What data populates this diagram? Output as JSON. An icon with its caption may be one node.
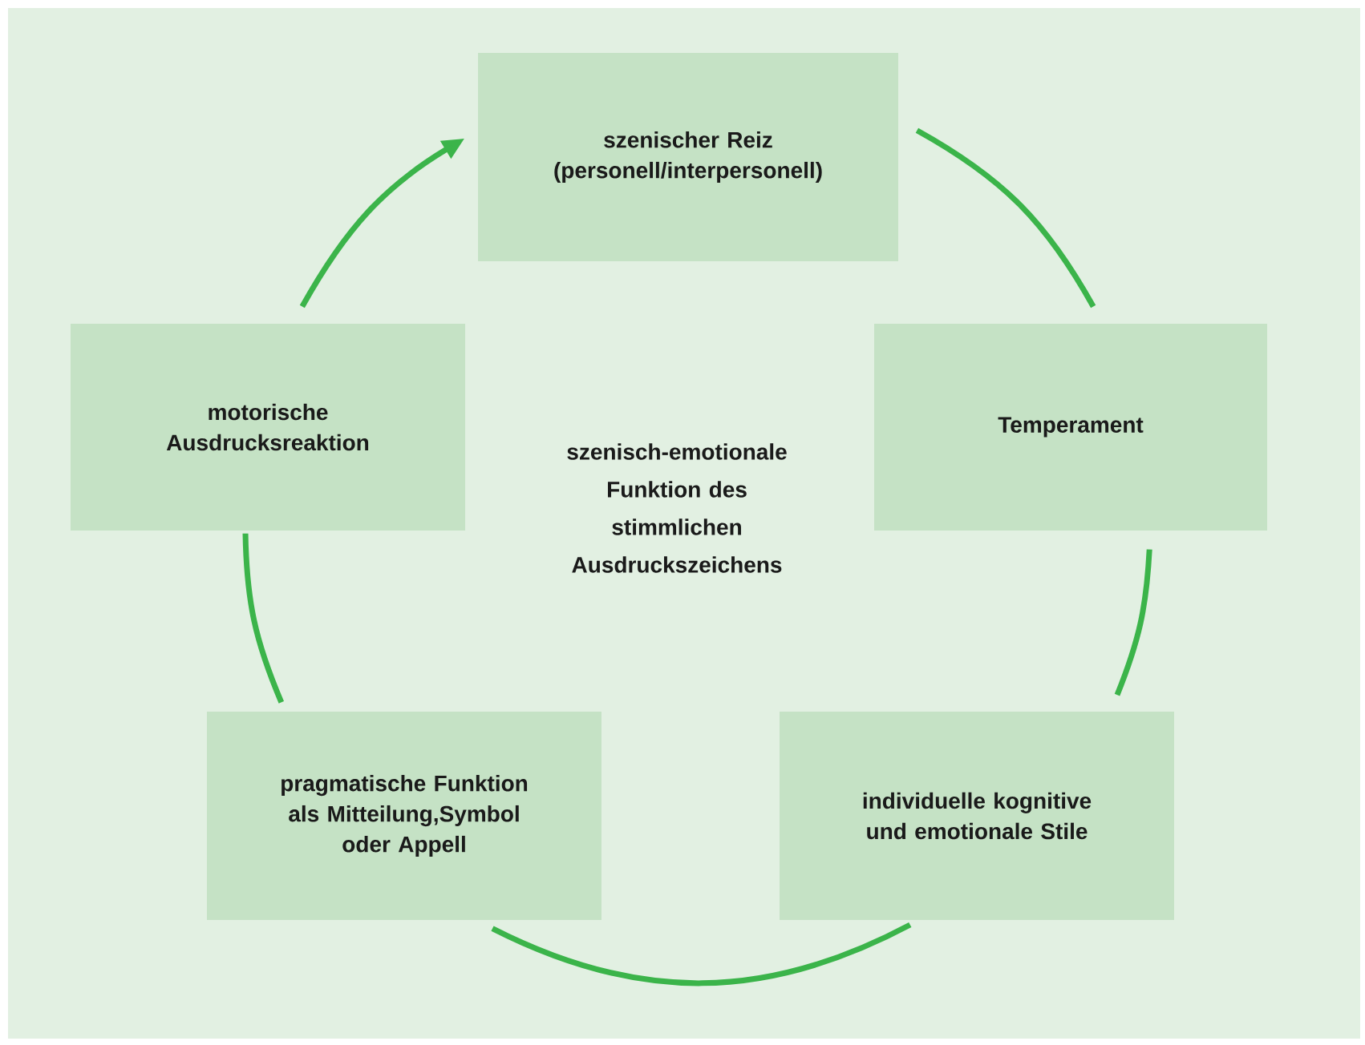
{
  "diagram": {
    "nodes": [
      {
        "text": [
          "szenischer Reiz (personell/interpersonell)"
        ]
      },
      {
        "text": [
          "Temperament"
        ]
      },
      {
        "text": [
          "individuelle kognitive und emotionale Stile"
        ]
      },
      {
        "text": [
          "pragmatische Funktion als Mitteilung,Symbol oder Appell"
        ]
      },
      {
        "text": [
          "motorische Ausdrucksreaktion"
        ]
      }
    ],
    "edges": [
      {
        "from": 0,
        "to": 1,
        "arrow": "none"
      },
      {
        "from": 1,
        "to": 2,
        "arrow": "none"
      },
      {
        "from": 2,
        "to": 3,
        "arrow": "none"
      },
      {
        "from": 3,
        "to": 4,
        "arrow": "none"
      },
      {
        "from": 4,
        "to": 0,
        "arrow": "to"
      }
    ],
    "labels": [
      "szenisch-emotionale Funktion des stimmlichen Ausdruckszeichens"
    ]
  }
}
